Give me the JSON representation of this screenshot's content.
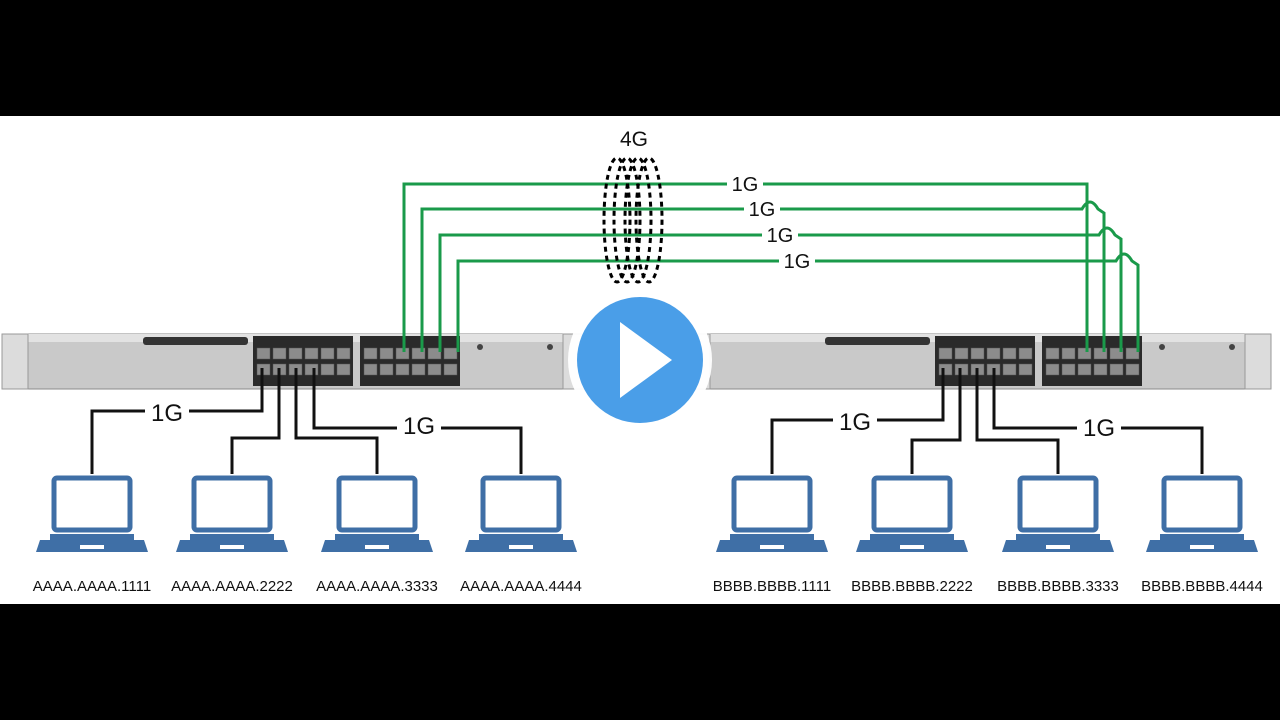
{
  "aggregate_label": "4G",
  "trunk_labels": [
    "1G",
    "1G",
    "1G",
    "1G"
  ],
  "left_host_label": "1G",
  "left_host_label_2": "1G",
  "right_host_label": "1G",
  "right_host_label_2": "1G",
  "left_hosts": [
    "AAAA.AAAA.1111",
    "AAAA.AAAA.2222",
    "AAAA.AAAA.3333",
    "AAAA.AAAA.4444"
  ],
  "right_hosts": [
    "BBBB.BBBB.1111",
    "BBBB.BBBB.2222",
    "BBBB.BBBB.3333",
    "BBBB.BBBB.4444"
  ],
  "colors": {
    "trunk": "#1a9a4a",
    "laptop": "#3f6fa6",
    "switch_body": "#c9c9c9",
    "port_block": "#2a2a2a",
    "play_circle": "#4a9ee8"
  },
  "icons": {
    "play": "play-icon",
    "laptop": "laptop-icon",
    "switch": "network-switch-icon"
  }
}
